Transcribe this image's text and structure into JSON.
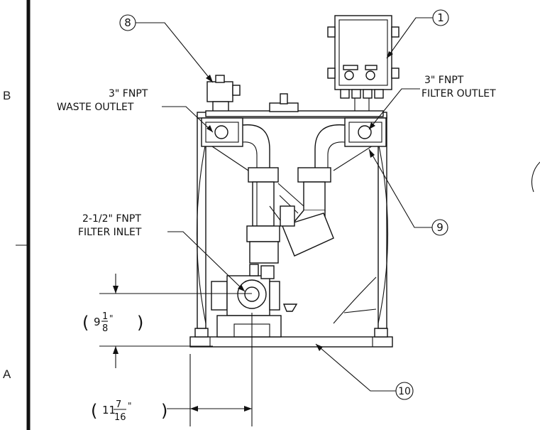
{
  "drawing": {
    "zones": [
      "B",
      "A"
    ],
    "callouts": [
      "1",
      "8",
      "9",
      "10"
    ],
    "labels": {
      "waste_outlet": [
        "3\" FNPT",
        "WASTE OUTLET"
      ],
      "filter_outlet": [
        "3\" FNPT",
        "FILTER OUTLET"
      ],
      "filter_inlet": [
        "2-1/2\" FNPT",
        "FILTER INLET"
      ]
    },
    "dimensions": {
      "height": {
        "whole": "9",
        "num": "1",
        "den": "8",
        "unit": "\""
      },
      "offset": {
        "whole": "11",
        "num": "7",
        "den": "16",
        "unit": "\""
      }
    }
  }
}
